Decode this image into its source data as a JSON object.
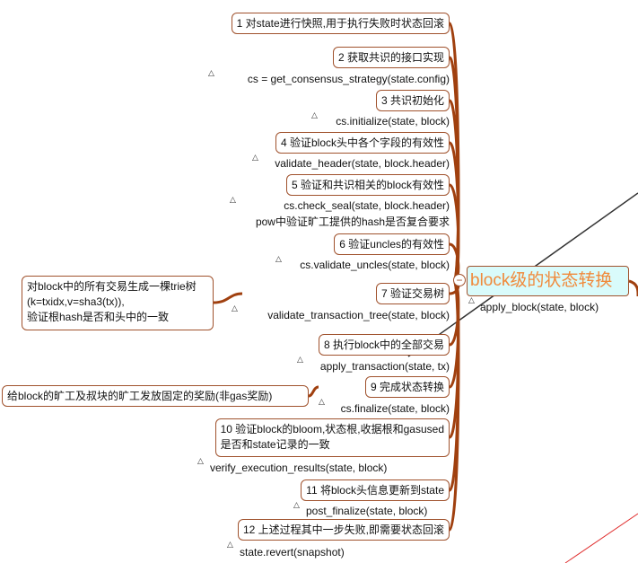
{
  "root": {
    "title": "block级的状态转换",
    "note": "apply_block(state, block)",
    "collapse": "−"
  },
  "steps": [
    {
      "label": "1 对state进行快照,用于执行失败时状态回滚",
      "note": ""
    },
    {
      "label": "2 获取共识的接口实现",
      "note": "cs = get_consensus_strategy(state.config)"
    },
    {
      "label": "3 共识初始化",
      "note": "cs.initialize(state, block)"
    },
    {
      "label": "4 验证block头中各个字段的有效性",
      "note": "validate_header(state, block.header)"
    },
    {
      "label": "5 验证和共识相关的block有效性",
      "note": "cs.check_seal(state, block.header)",
      "note2": "pow中验证旷工提供的hash是否复合要求"
    },
    {
      "label": "6 验证uncles的有效性",
      "note": "cs.validate_uncles(state, block)"
    },
    {
      "label": "7 验证交易树",
      "note": "validate_transaction_tree(state, block)",
      "side": "对block中的所有交易生成一棵trie树\n(k=txidx,v=sha3(tx)),\n验证根hash是否和头中的一致"
    },
    {
      "label": "8 执行block中的全部交易",
      "note": "apply_transaction(state, tx)"
    },
    {
      "label": "9 完成状态转换",
      "note": "cs.finalize(state, block)",
      "side": "给block的旷工及叔块的旷工发放固定的奖励(非gas奖励)"
    },
    {
      "label": "10 验证block的bloom,状态根,收据根和gasused\n是否和state记录的一致",
      "note": "verify_execution_results(state, block)"
    },
    {
      "label": "11 将block头信息更新到state",
      "note": "post_finalize(state, block)"
    },
    {
      "label": "12 上述过程其中一步失败,即需要状态回滚",
      "note": "state.revert(snapshot)"
    }
  ],
  "colors": {
    "connector": "#a0400f",
    "border": "#a0522d",
    "root_bg": "#d9fbfb",
    "root_text": "#f08a3c"
  }
}
